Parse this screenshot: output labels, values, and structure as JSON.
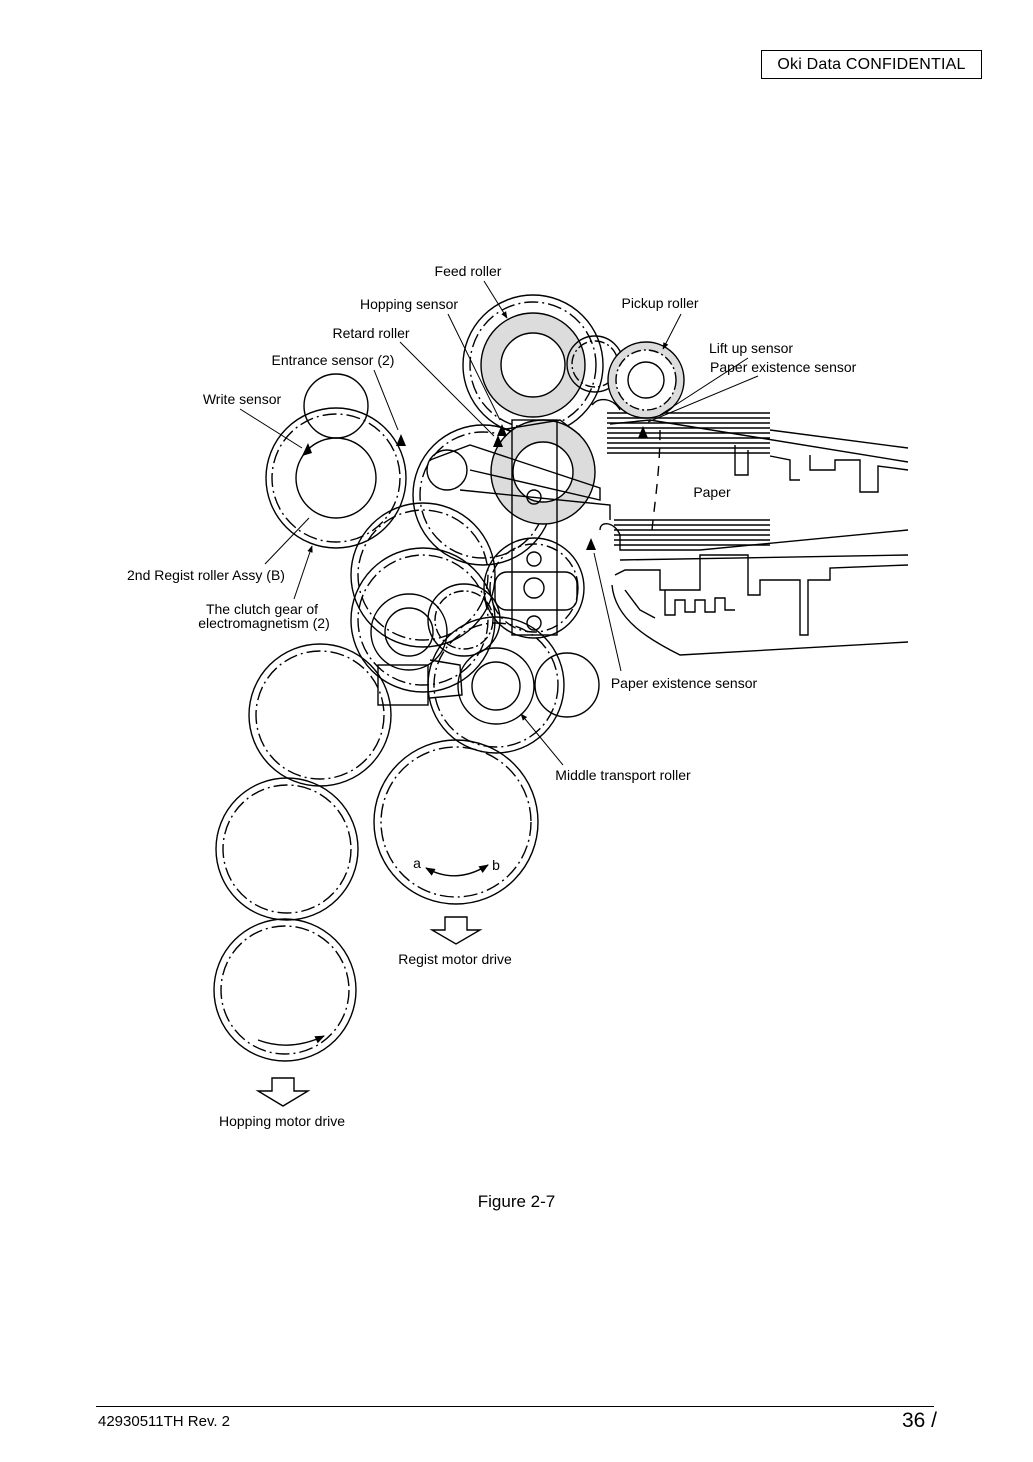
{
  "header": {
    "confidential_badge": "Oki  Data  CONFIDENTIAL"
  },
  "labels": {
    "feed_roller": "Feed roller",
    "hopping_sensor": "Hopping sensor",
    "pickup_roller": "Pickup roller",
    "retard_roller": "Retard roller",
    "entrance_sensor": "Entrance sensor (2)",
    "lift_up_sensor": "Lift up sensor",
    "paper_existence_sensor_top": "Paper existence sensor",
    "write_sensor": "Write sensor",
    "paper": "Paper",
    "regist_roller_assy": "2nd Regist roller Assy (B)",
    "clutch_gear_line1": "The clutch gear of",
    "clutch_gear_line2": "electromagnetism (2)",
    "paper_existence_sensor_bottom": "Paper existence sensor",
    "middle_transport_roller": "Middle transport roller",
    "rotation_a": "a",
    "rotation_b": "b",
    "regist_motor_drive": "Regist motor drive",
    "hopping_motor_drive": "Hopping motor drive"
  },
  "caption": "Figure  2-7",
  "footer": {
    "doc_id": "42930511TH  Rev. 2",
    "page_number": "36 /"
  }
}
